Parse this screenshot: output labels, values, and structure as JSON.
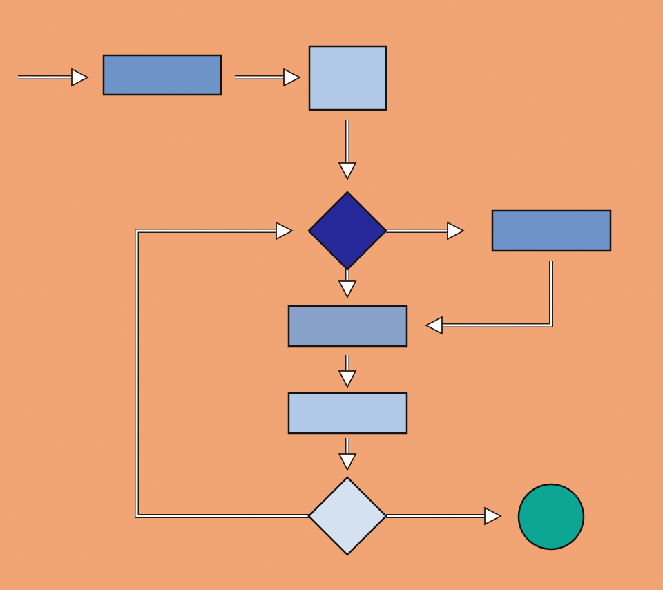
{
  "diagram": {
    "type": "flowchart",
    "colors": {
      "background": "#f4a574",
      "outline": "#141414",
      "connector": "#ffffff",
      "connector_edge": "#2b1a12",
      "process_medium_blue": "#6e93c8",
      "process_light_blue": "#b1c9e7",
      "process_steel_blue": "#87a1c8",
      "decision_dark": "#27289a",
      "decision_light": "#d4e1f0",
      "terminal_teal": "#0da695"
    },
    "nodes": [
      {
        "id": "process-1",
        "shape": "rectangle",
        "fill": "#6e93c8"
      },
      {
        "id": "process-2",
        "shape": "rectangle",
        "fill": "#b1c9e7"
      },
      {
        "id": "decision-1",
        "shape": "diamond",
        "fill": "#27289a"
      },
      {
        "id": "process-3",
        "shape": "rectangle",
        "fill": "#6e93c8"
      },
      {
        "id": "process-4",
        "shape": "rectangle",
        "fill": "#87a1c8"
      },
      {
        "id": "process-5",
        "shape": "rectangle",
        "fill": "#b1c9e7"
      },
      {
        "id": "decision-2",
        "shape": "diamond",
        "fill": "#d4e1f0"
      },
      {
        "id": "terminal",
        "shape": "circle",
        "fill": "#0da695"
      }
    ],
    "edges": [
      {
        "from": "start",
        "to": "process-1"
      },
      {
        "from": "process-1",
        "to": "process-2"
      },
      {
        "from": "process-2",
        "to": "decision-1"
      },
      {
        "from": "decision-1",
        "to": "process-3"
      },
      {
        "from": "decision-1",
        "to": "process-4"
      },
      {
        "from": "process-3",
        "to": "process-4"
      },
      {
        "from": "process-4",
        "to": "process-5"
      },
      {
        "from": "process-5",
        "to": "decision-2"
      },
      {
        "from": "decision-2",
        "to": "decision-1"
      },
      {
        "from": "decision-2",
        "to": "terminal"
      }
    ]
  }
}
